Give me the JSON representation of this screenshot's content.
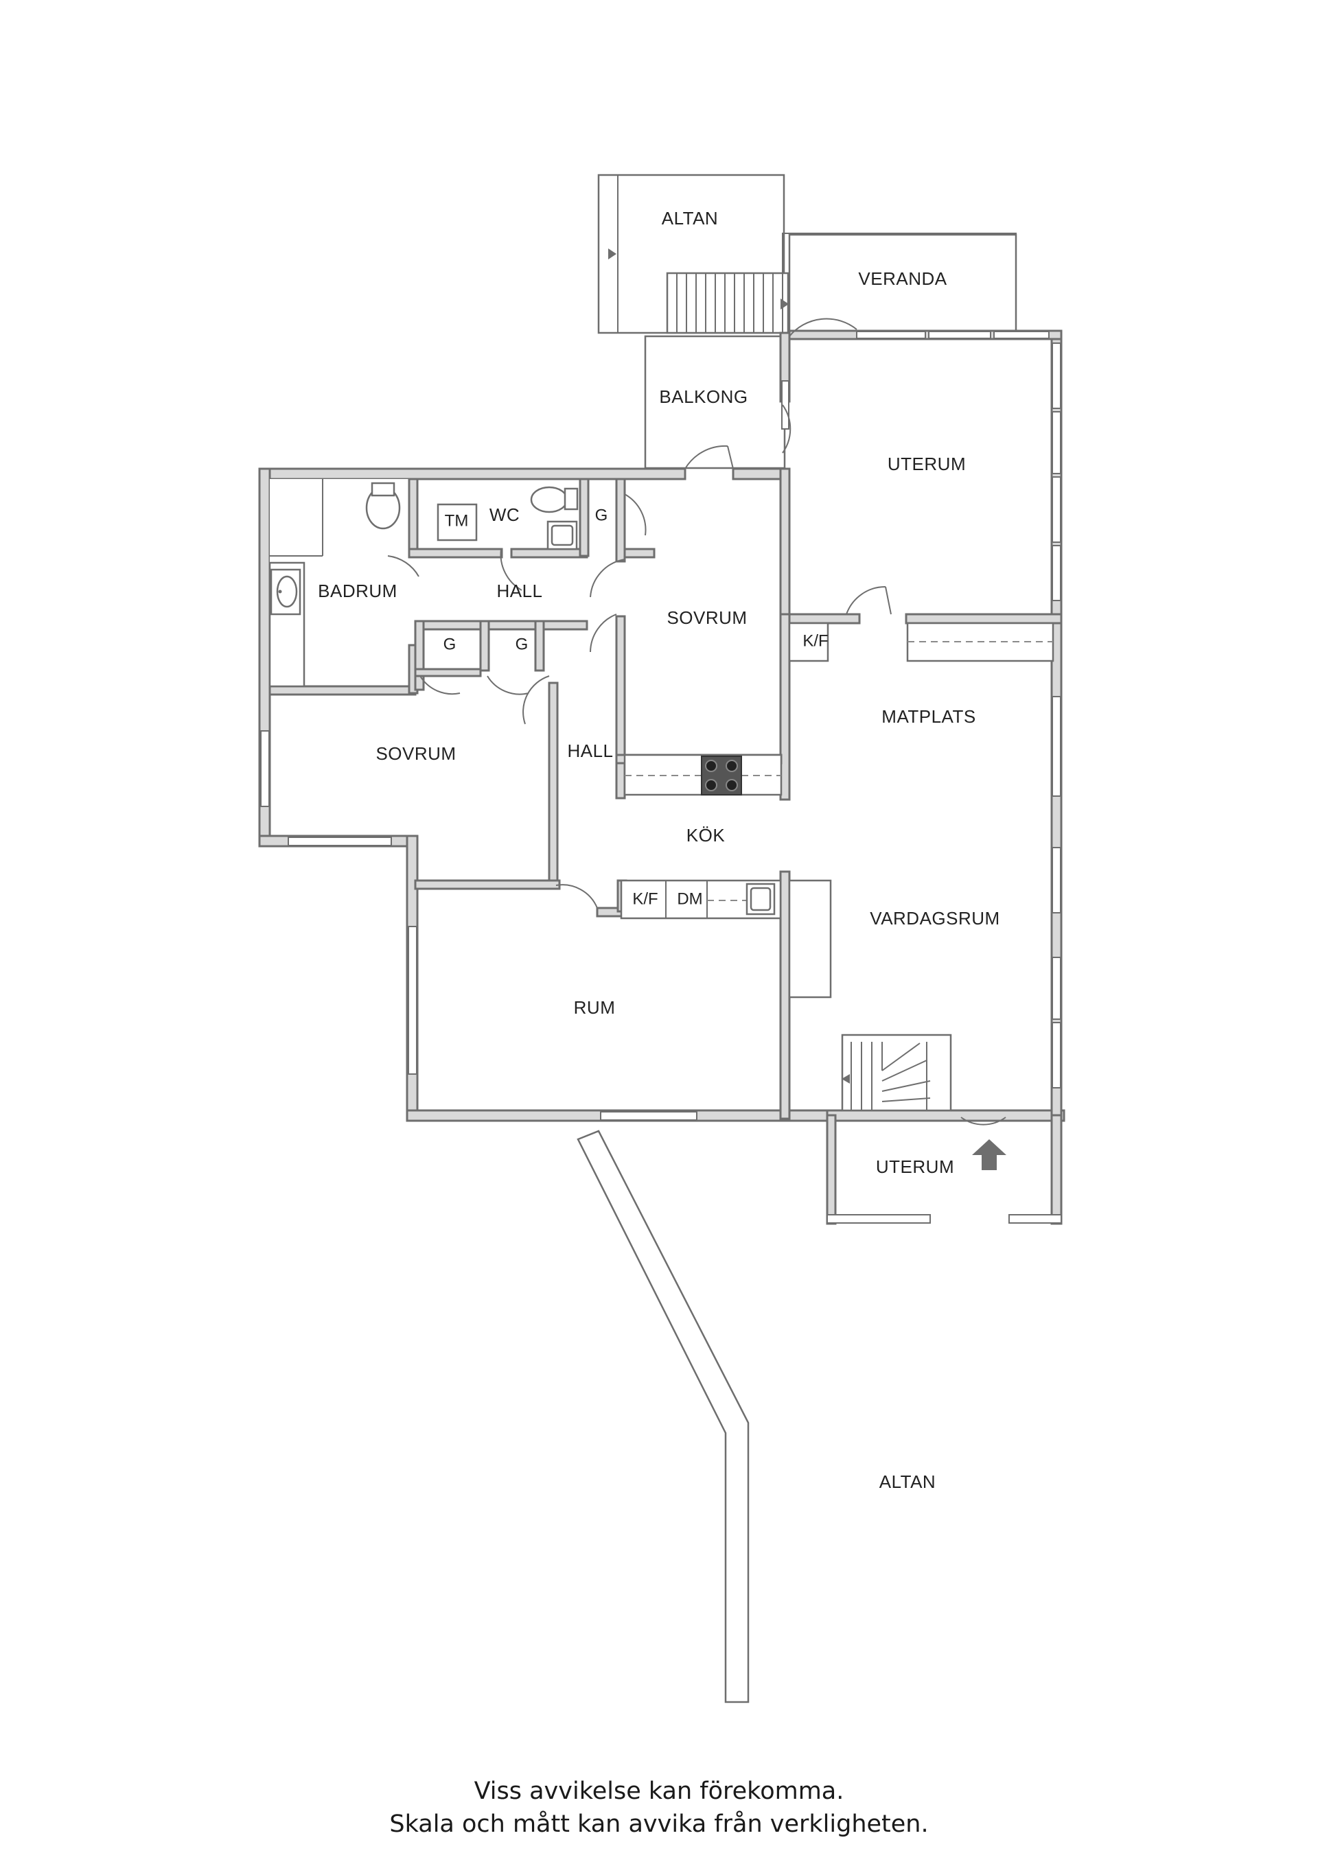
{
  "rooms": {
    "altan_top": "ALTAN",
    "veranda": "VERANDA",
    "balkong": "BALKONG",
    "uterum_top": "UTERUM",
    "tm": "TM",
    "wc": "WC",
    "g_wc": "G",
    "badrum": "BADRUM",
    "hall_top": "HALL",
    "sovrum_center": "SOVRUM",
    "kf_top": "K/F",
    "g_left": "G",
    "g_right": "G",
    "matplats": "MATPLATS",
    "sovrum_left": "SOVRUM",
    "hall_mid": "HALL",
    "kok": "KÖK",
    "kf_kitchen": "K/F",
    "dm": "DM",
    "vardagsrum": "VARDAGSRUM",
    "rum": "RUM",
    "uterum_bottom": "UTERUM",
    "altan_bottom": "ALTAN"
  },
  "icons": {
    "entrance": "entrance-arrow-icon",
    "stove": "stove-icon",
    "toilet": "toilet-icon",
    "sink": "sink-icon",
    "washbasin": "washbasin-icon",
    "stairs": "stairs-icon"
  },
  "footer": {
    "line1": "Viss avvikelse kan förekomma.",
    "line2": "Skala och mått kan avvika från verkligheten."
  }
}
